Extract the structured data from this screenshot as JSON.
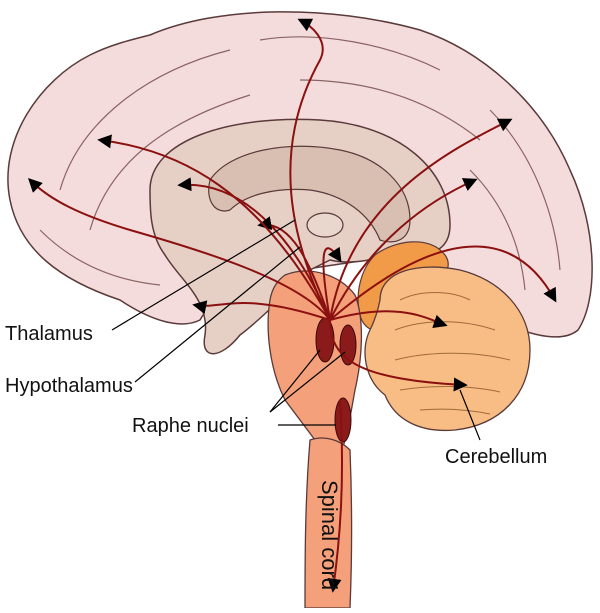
{
  "labels": {
    "thalamus": "Thalamus",
    "hypothalamus": "Hypothalamus",
    "raphe_nuclei": "Raphe nuclei",
    "cerebellum": "Cerebellum",
    "spinal_cord": "Spinal cord"
  },
  "colors": {
    "cortex": "#f5dcdc",
    "cortex_stroke": "#5a3a3a",
    "inner": "#e6d0c5",
    "inner_dark": "#d8bfb2",
    "brainstem": "#f4a07a",
    "cerebellum": "#f8bd85",
    "cerebellum_dark": "#f19a48",
    "nuclei": "#8b1a1a",
    "pathway": "#8b1010"
  }
}
